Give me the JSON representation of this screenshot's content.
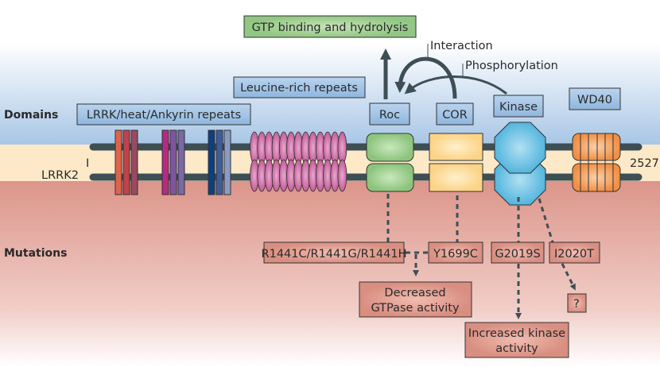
{
  "section_labels": {
    "domains": "Domains",
    "mutations": "Mutations"
  },
  "protein": {
    "name": "LRRK2",
    "start": "I",
    "end": "2527"
  },
  "domains": {
    "lrrk_heat_ankyrin": "LRRK/heat/Ankyrin repeats",
    "leucine_rich": "Leucine-rich repeats",
    "roc": "Roc",
    "cor": "COR",
    "kinase": "Kinase",
    "wd40": "WD40"
  },
  "functions": {
    "gtp": "GTP binding and hydrolysis",
    "interaction": "Interaction",
    "phosphorylation": "Phosphorylation"
  },
  "mutations": {
    "roc": "R1441C/R1441G/R1441H",
    "cor": "Y1699C",
    "kinase1": "G2019S",
    "kinase2": "I2020T"
  },
  "effects": {
    "gtpase_line1": "Decreased",
    "gtpase_line2": "GTPase activity",
    "kinase_line1": "Increased kinase",
    "kinase_line2": "activity",
    "unknown": "?"
  },
  "colors": {
    "domain_box": "#9cc0e4",
    "gtp_box": "#9dcb8e",
    "mutation_box": "#dd9485",
    "roc": "#9fd08f",
    "cor": "#fdd890",
    "kinase": "#6cc2e4",
    "wd40": "#f4a360",
    "lrr": "#cf6fa6",
    "backbone": "#3d4f55"
  }
}
